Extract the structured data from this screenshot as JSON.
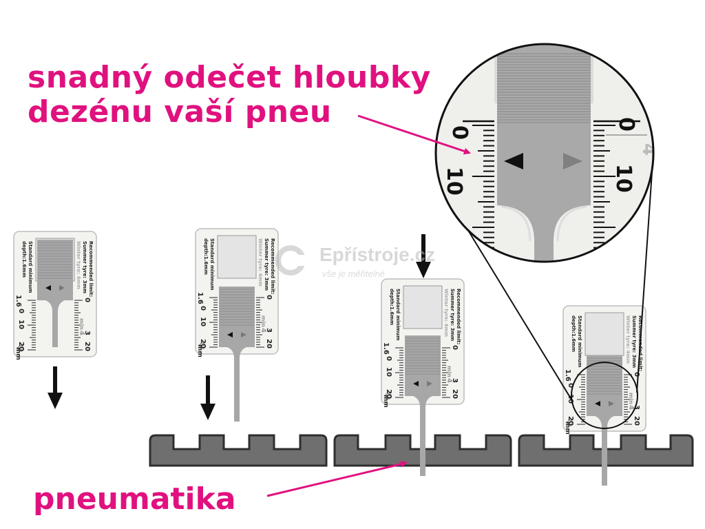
{
  "headline": {
    "line1": "snadný odečet hloubky",
    "line2": "dezénu vaší pneu"
  },
  "tire_label": "pneumatika",
  "watermark": {
    "name": "Epřístroje.cz",
    "tagline": "vše je měřitelné"
  },
  "gauge": {
    "left_text_1": "Standard minimum",
    "left_text_2": "depth:1.6mm",
    "right_text_1": "Recommended limit:",
    "right_text_2": "Summer tyre: 3mm",
    "right_text_3": "Winter tyre: 4mm",
    "scale_top": "1.6",
    "scale_0": "0",
    "scale_10": "10",
    "scale_20": "20",
    "unit": "mm",
    "min_label": "min",
    "mark_4": "4",
    "mark_3": "3"
  },
  "colors": {
    "accent": "#e0117f",
    "tire": "#6f6f6f",
    "tire_outline": "#2e2e2e",
    "gauge_body": "#f3f3f0",
    "slider": "#a7a7a7",
    "arrow": "#111111"
  }
}
